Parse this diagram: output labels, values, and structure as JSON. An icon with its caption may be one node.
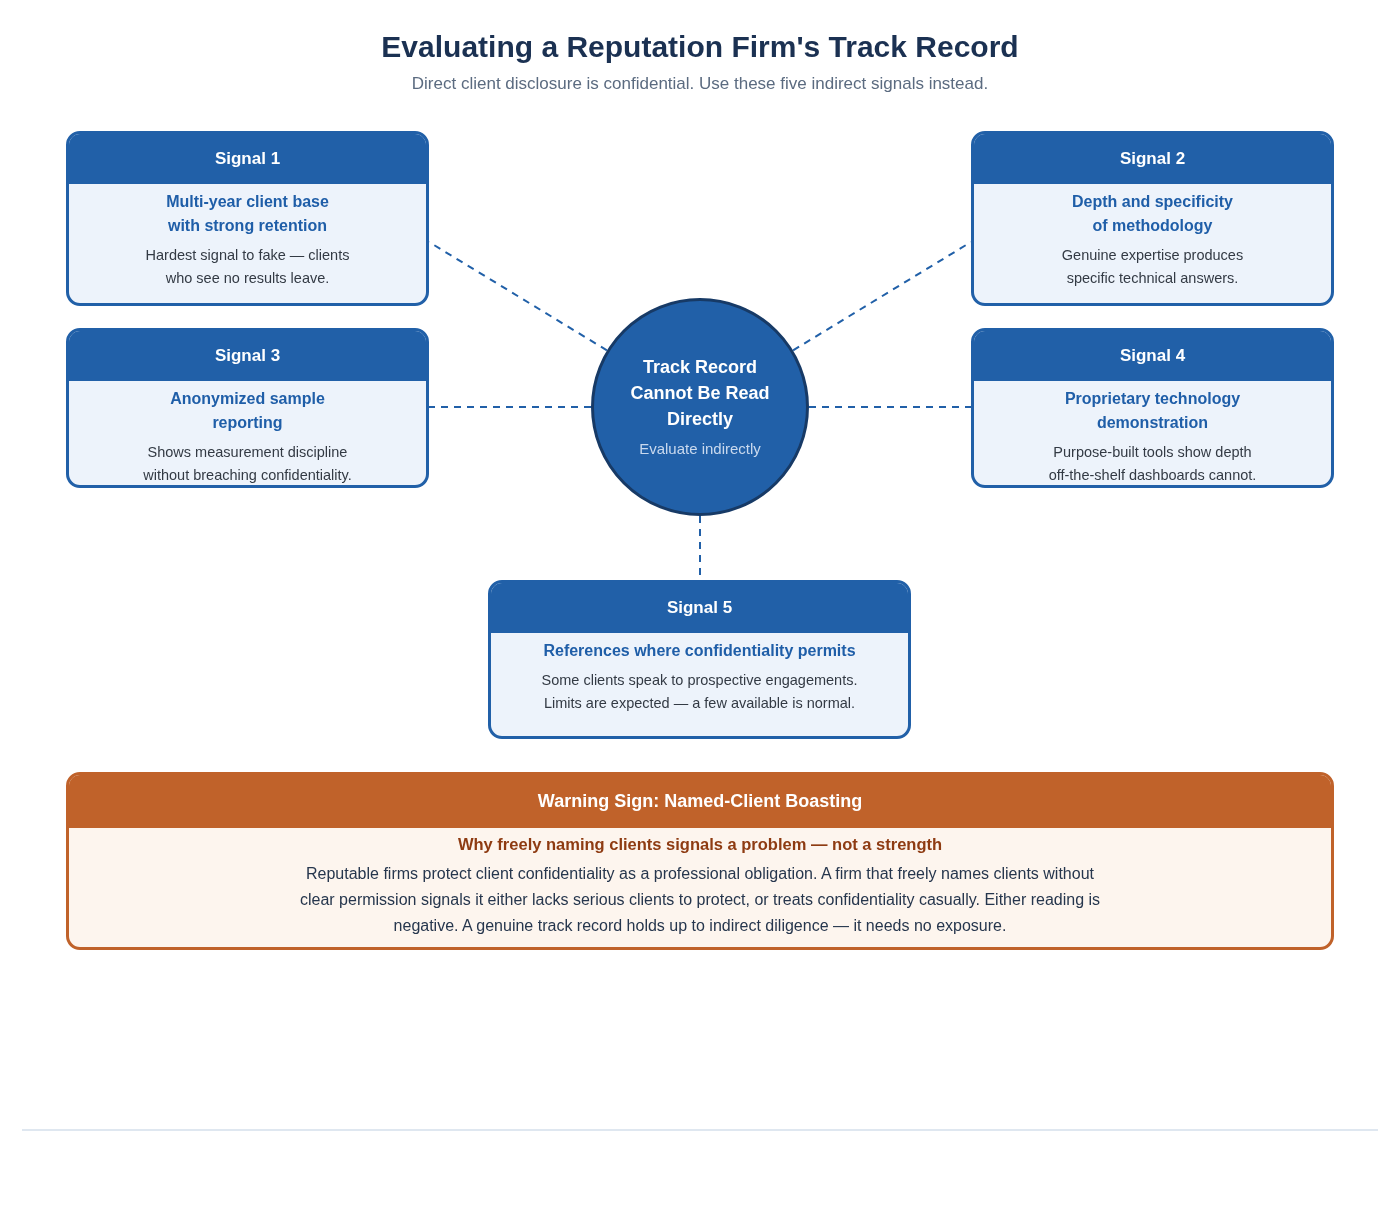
{
  "diagram": {
    "title": "Evaluating a Reputation Firm's Track Record",
    "caption": "Direct client disclosure is confidential. Use these five indirect signals instead.",
    "nodes": [
      {
        "text": [
          "Signal 1",
          "Multi-year client base with strong retention",
          "Hardest signal to fake — clients who see no results leave."
        ]
      },
      {
        "text": [
          "Signal 2",
          "Depth and specificity of methodology",
          "Genuine expertise produces specific technical answers."
        ]
      },
      {
        "text": [
          "Signal 3",
          "Anonymized sample reporting",
          "Shows measurement discipline without breaching confidentiality."
        ]
      },
      {
        "text": [
          "Track Record Cannot Be Read Directly",
          "Evaluate indirectly"
        ]
      },
      {
        "text": [
          "Signal 4",
          "Proprietary technology demonstration",
          "Purpose-built tools show depth off-the-shelf dashboards cannot."
        ]
      },
      {
        "text": [
          "Signal 5",
          "References where confidentiality permits",
          "Some clients speak to prospective engagements. Limits are expected — a few available is normal."
        ]
      },
      {
        "text": [
          "Warning Sign: Named-Client Boasting",
          "Why freely naming clients signals a problem — not a strength",
          "Reputable firms protect client confidentiality as a professional obligation. A firm that freely names clients without clear permission signals it either lacks serious clients to protect, or treats confidentiality casually. Either reading is negative. A genuine track record holds up to indirect diligence — it needs no exposure."
        ]
      }
    ],
    "edges": [
      {
        "from": 3,
        "to": 0,
        "arrow": "none",
        "style": "dashed"
      },
      {
        "from": 3,
        "to": 1,
        "arrow": "none",
        "style": "dashed"
      },
      {
        "from": 3,
        "to": 2,
        "arrow": "none",
        "style": "dashed"
      },
      {
        "from": 3,
        "to": 4,
        "arrow": "none",
        "style": "dashed"
      },
      {
        "from": 3,
        "to": 5,
        "arrow": "none",
        "style": "dashed"
      }
    ]
  }
}
